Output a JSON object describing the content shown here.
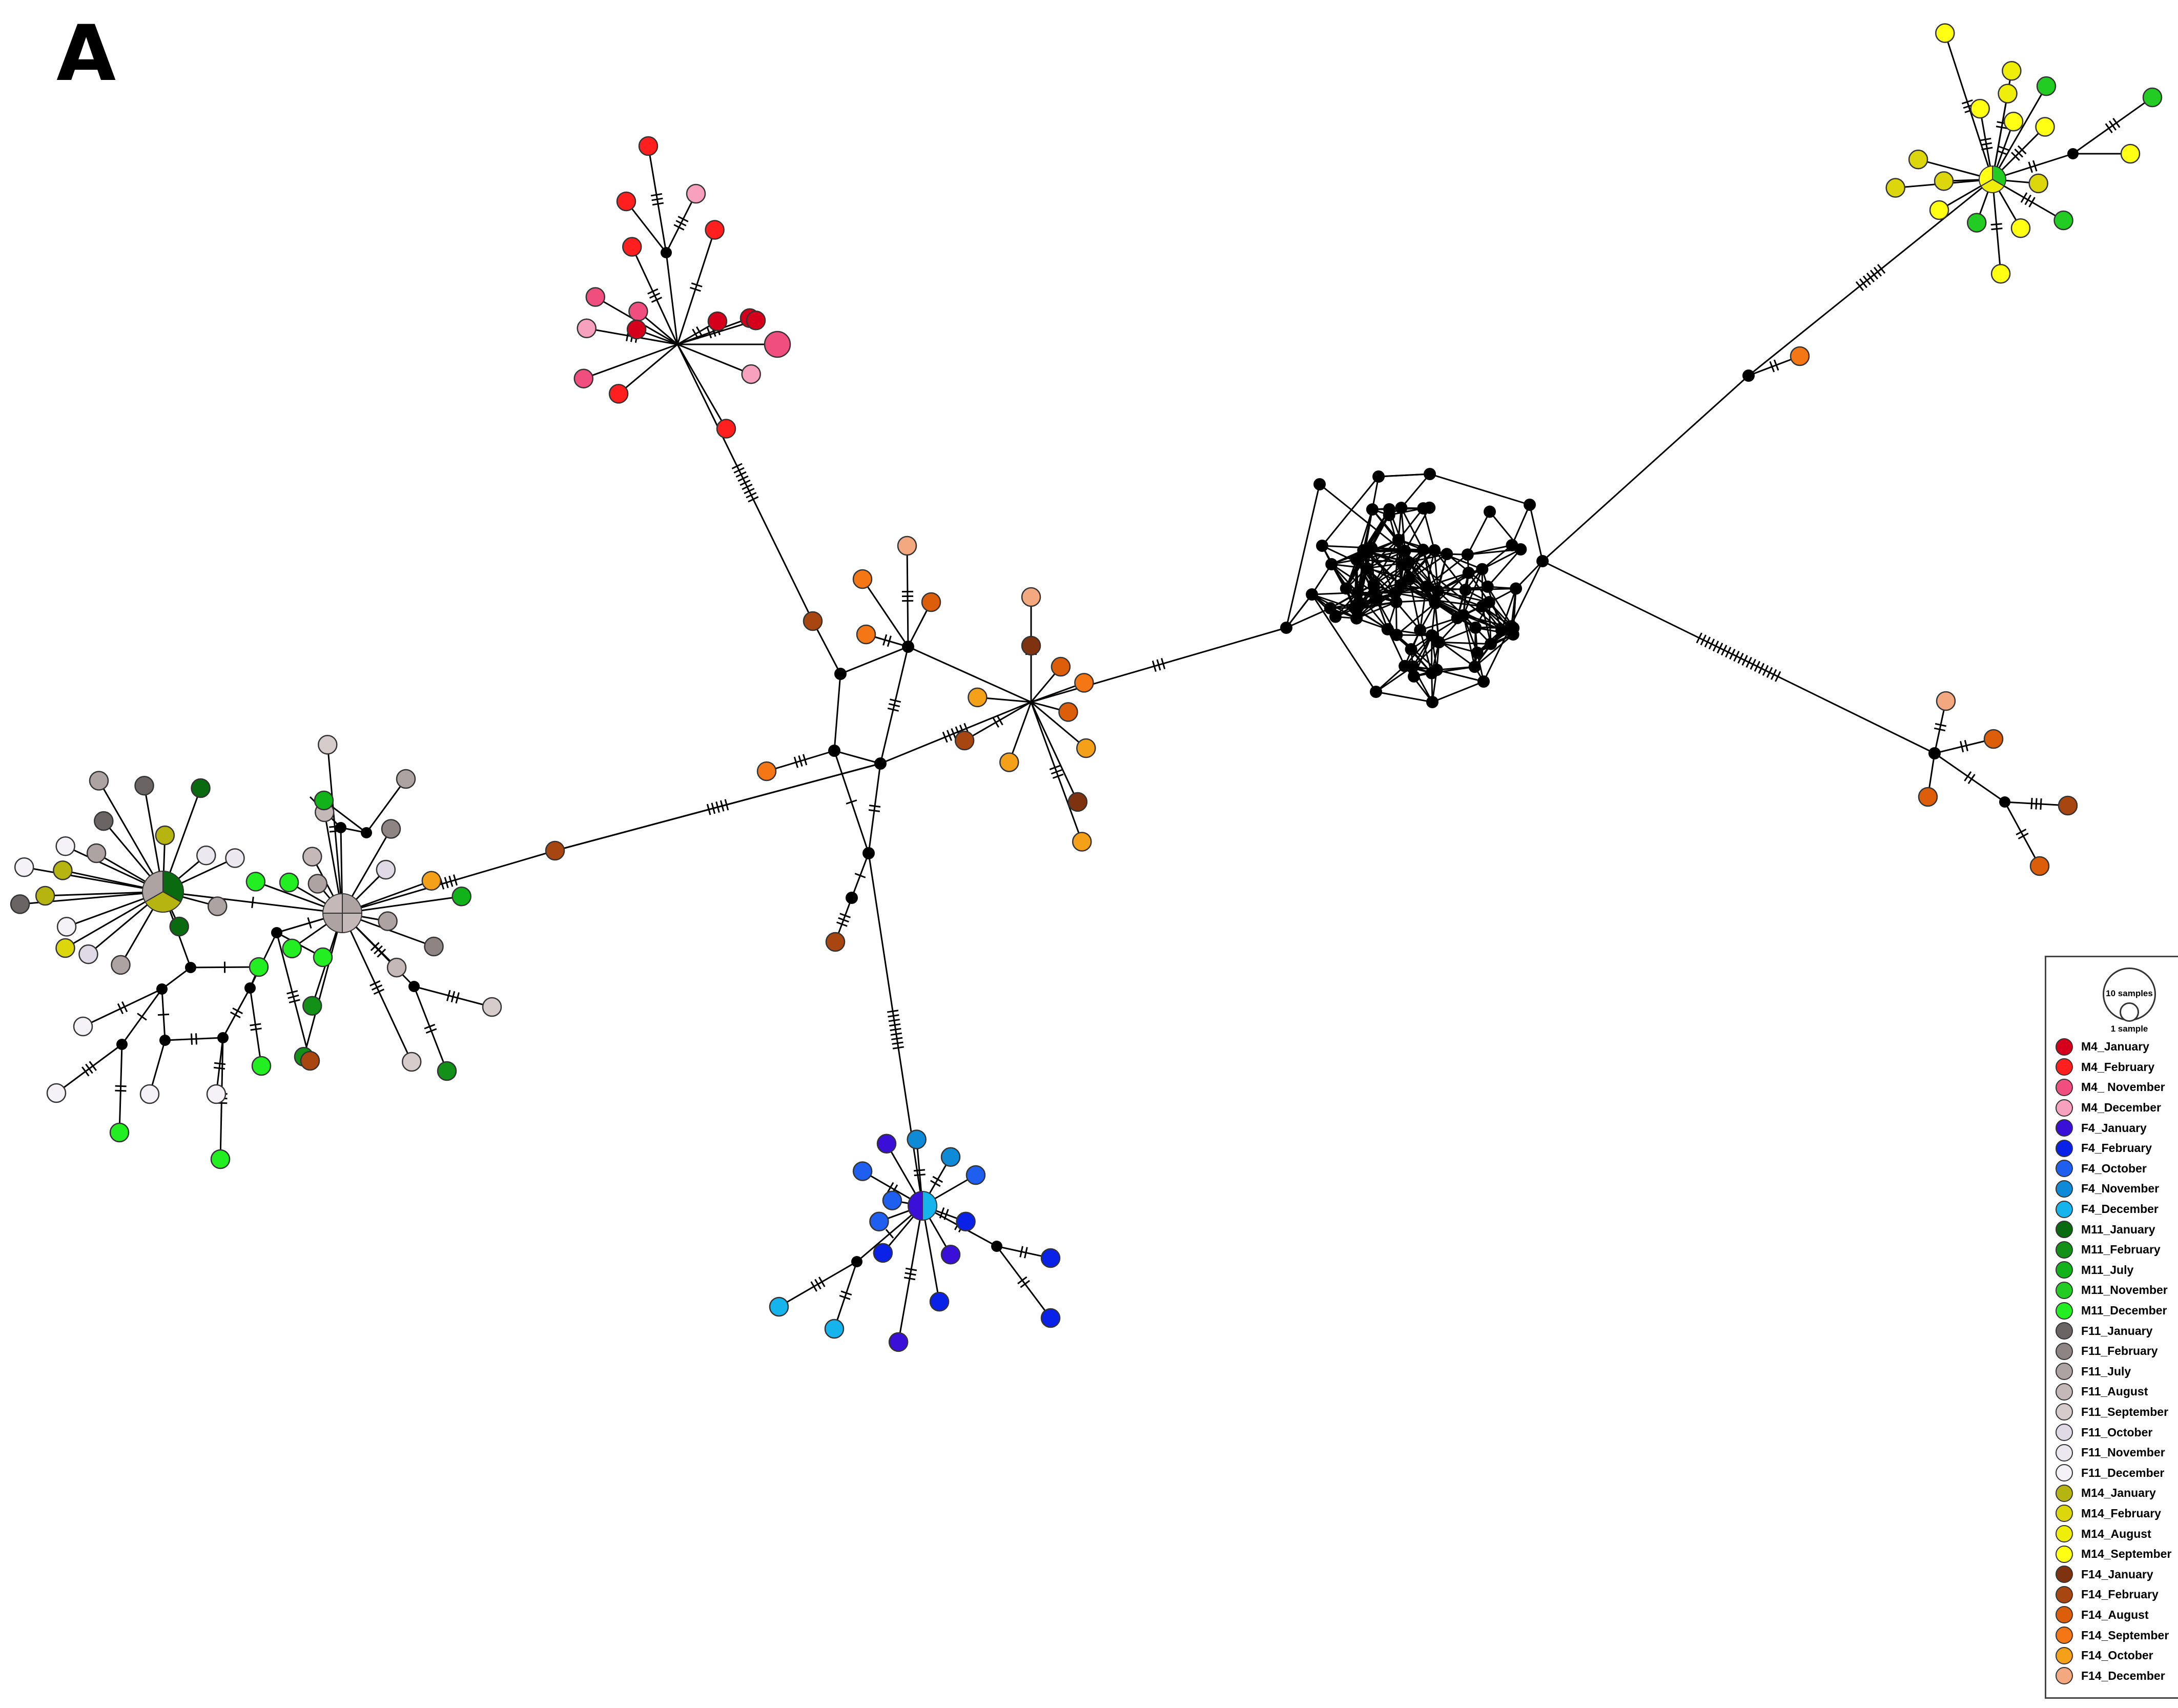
{
  "panel_label": "A",
  "legend": {
    "scale_large": "10 samples",
    "scale_small": "1 sample",
    "items": [
      {
        "label": "M4_January",
        "color": "#d4001c"
      },
      {
        "label": "M4_February",
        "color": "#ff1f1f"
      },
      {
        "label": "M4_ November",
        "color": "#f04e7e"
      },
      {
        "label": "M4_December",
        "color": "#f7a1be"
      },
      {
        "label": "F4_January",
        "color": "#3a10d8"
      },
      {
        "label": "F4_February",
        "color": "#0a22e8"
      },
      {
        "label": "F4_October",
        "color": "#1e5ff0"
      },
      {
        "label": "F4_November",
        "color": "#0e8ad6"
      },
      {
        "label": "F4_December",
        "color": "#16b4ec"
      },
      {
        "label": "M11_January",
        "color": "#0a6a10"
      },
      {
        "label": "M11_February",
        "color": "#129018"
      },
      {
        "label": "M11_July",
        "color": "#12b31a"
      },
      {
        "label": "M11_November",
        "color": "#22cc22"
      },
      {
        "label": "M11_December",
        "color": "#22ee22"
      },
      {
        "label": "F11_January",
        "color": "#6a6464"
      },
      {
        "label": "F11_February",
        "color": "#8e8484"
      },
      {
        "label": "F11_July",
        "color": "#aea3a3"
      },
      {
        "label": "F11_August",
        "color": "#c4b8b8"
      },
      {
        "label": "F11_September",
        "color": "#d6cccc"
      },
      {
        "label": "F11_October",
        "color": "#e0dae6"
      },
      {
        "label": "F11_November",
        "color": "#ebe8f0"
      },
      {
        "label": "F11_December",
        "color": "#f4f2f6"
      },
      {
        "label": "M14_January",
        "color": "#b6b410"
      },
      {
        "label": "M14_February",
        "color": "#dcd60c"
      },
      {
        "label": "M14_August",
        "color": "#eeee0a"
      },
      {
        "label": "M14_September",
        "color": "#ffff14"
      },
      {
        "label": "F14_January",
        "color": "#7e3210"
      },
      {
        "label": "F14_February",
        "color": "#a84612"
      },
      {
        "label": "F14_August",
        "color": "#dd5e0a"
      },
      {
        "label": "F14_September",
        "color": "#f47614"
      },
      {
        "label": "F14_October",
        "color": "#f4a018"
      },
      {
        "label": "F14_December",
        "color": "#f4a880"
      }
    ]
  }
}
